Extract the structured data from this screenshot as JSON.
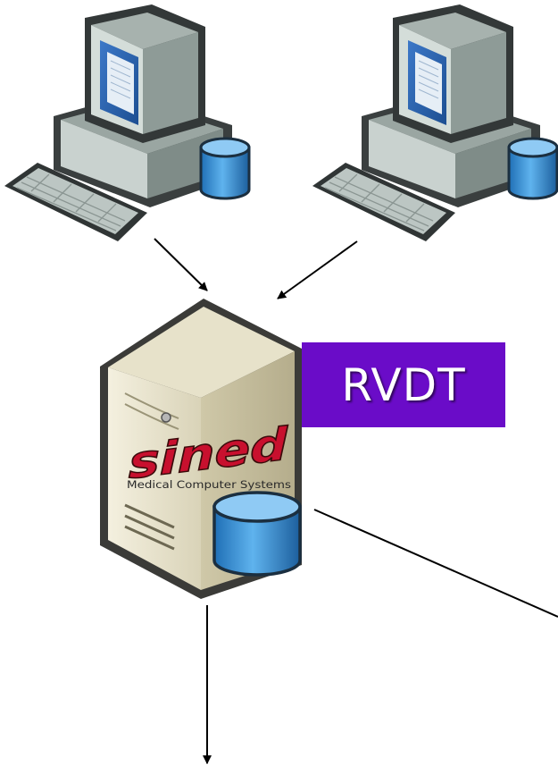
{
  "label": {
    "text": "RVDT"
  },
  "logo": {
    "wordmark": "sined",
    "tagline": "Medical Computer Systems"
  },
  "colors": {
    "label_bg": "#6a0cc8",
    "label_text": "#ffffff",
    "logo_red": "#c8102e",
    "database_blue": "#2f8fd6",
    "arrow": "#000000"
  },
  "icons": [
    "workstation-icon",
    "workstation-icon",
    "server-icon",
    "database-icon"
  ]
}
